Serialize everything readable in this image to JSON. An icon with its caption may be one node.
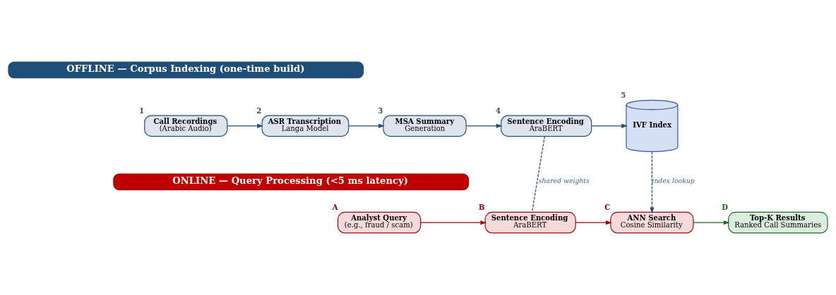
{
  "diagram": {
    "nodes": [
      {
        "text": [
          "OFFLINE — Corpus Indexing (one-time build)"
        ]
      },
      {
        "text": [
          "Call Recordings",
          "(Arabic Audio)"
        ],
        "beside": [
          "1"
        ]
      },
      {
        "text": [
          "ASR Transcription",
          "Langa Model"
        ],
        "beside": [
          "2"
        ]
      },
      {
        "text": [
          "MSA Summary",
          "Generation"
        ],
        "beside": [
          "3"
        ]
      },
      {
        "text": [
          "Sentence Encoding",
          "AraBERT"
        ],
        "beside": [
          "4"
        ]
      },
      {
        "text": [
          "IVF Index"
        ],
        "beside": [
          "5"
        ]
      },
      {
        "text": [
          "ONLINE — Query Processing (<5 ms latency)"
        ]
      },
      {
        "text": [
          "Analyst Query",
          "(e.g., fraud / scam)"
        ],
        "beside": [
          "A"
        ]
      },
      {
        "text": [
          "Sentence Encoding",
          "AraBERT"
        ],
        "beside": [
          "B"
        ]
      },
      {
        "text": [
          "ANN Search",
          "Cosine Similarity"
        ],
        "beside": [
          "C"
        ]
      },
      {
        "text": [
          "Top-K Results",
          "Ranked Call Summaries"
        ],
        "beside": [
          "D"
        ]
      }
    ],
    "edges": [
      {
        "from": 1,
        "to": 2,
        "arrow": "to"
      },
      {
        "from": 2,
        "to": 3,
        "arrow": "to"
      },
      {
        "from": 3,
        "to": 4,
        "arrow": "to"
      },
      {
        "from": 4,
        "to": 5,
        "arrow": "to"
      },
      {
        "from": 4,
        "to": 8,
        "arrow": "none",
        "style": "dashed",
        "label": "shared weights"
      },
      {
        "from": 5,
        "to": 9,
        "arrow": "to",
        "style": "dashed",
        "label": "index lookup"
      },
      {
        "from": 7,
        "to": 8,
        "arrow": "to",
        "color": "#a00000"
      },
      {
        "from": 8,
        "to": 9,
        "arrow": "to",
        "color": "#a00000"
      },
      {
        "from": 9,
        "to": 10,
        "arrow": "to",
        "color": "#1b6b1b"
      }
    ]
  }
}
